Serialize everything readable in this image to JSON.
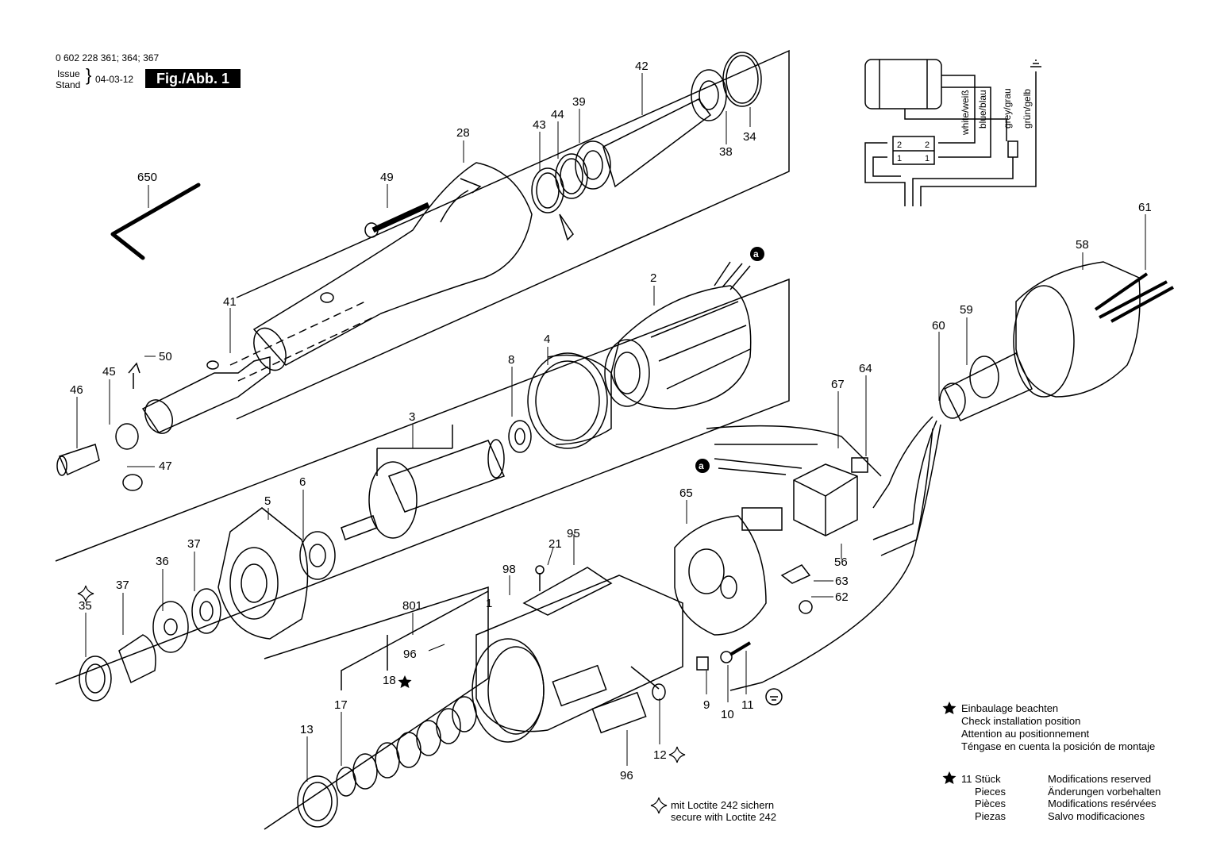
{
  "header": {
    "part_numbers": "0 602 228 361; 364; 367",
    "issue_label": "Issue",
    "stand_label": "Stand",
    "date": "04-03-12",
    "figure_label": "Fig./Abb. 1"
  },
  "wiring": {
    "wires": [
      "white/weiß",
      "blue/blau",
      "grey/grau",
      "grün/gelb"
    ],
    "switch_pins": [
      "2",
      "2",
      "1",
      "1"
    ]
  },
  "callouts": {
    "c650": "650",
    "c49": "49",
    "c28": "28",
    "c43": "43",
    "c44": "44",
    "c39": "39",
    "c42": "42",
    "c38": "38",
    "c34": "34",
    "c41": "41",
    "c50": "50",
    "c45": "45",
    "c46": "46",
    "c47": "47",
    "c2": "2",
    "c4": "4",
    "c8": "8",
    "c3": "3",
    "c5": "5",
    "c6": "6",
    "c37a": "37",
    "c36": "36",
    "c37b": "37",
    "c35": "35",
    "c58": "58",
    "c61": "61",
    "c59": "59",
    "c60": "60",
    "c64": "64",
    "c67": "67",
    "c65": "65",
    "c56": "56",
    "c63": "63",
    "c62": "62",
    "c95": "95",
    "c21": "21",
    "c98": "98",
    "c801": "801",
    "c1": "1",
    "c96a": "96",
    "c18": "18",
    "c17": "17",
    "c13": "13",
    "c96b": "96",
    "c12": "12",
    "c9": "9",
    "c10": "10",
    "c11": "11",
    "ref_a1": "a",
    "ref_a2": "a"
  },
  "legend": {
    "installation": [
      "Einbaulage beachten",
      "Check installation position",
      "Attention au positionnement",
      "Téngase en cuenta la posición de montaje"
    ],
    "quantity": [
      "11 Stück",
      "Pieces",
      "Pièces",
      "Piezas"
    ],
    "modifications": [
      "Modifications reserved",
      "Änderungen vorbehalten",
      "Modifications resérvées",
      "Salvo modificaciones"
    ],
    "loctite": [
      "mit Loctite 242 sichern",
      "secure with Loctite 242"
    ]
  }
}
